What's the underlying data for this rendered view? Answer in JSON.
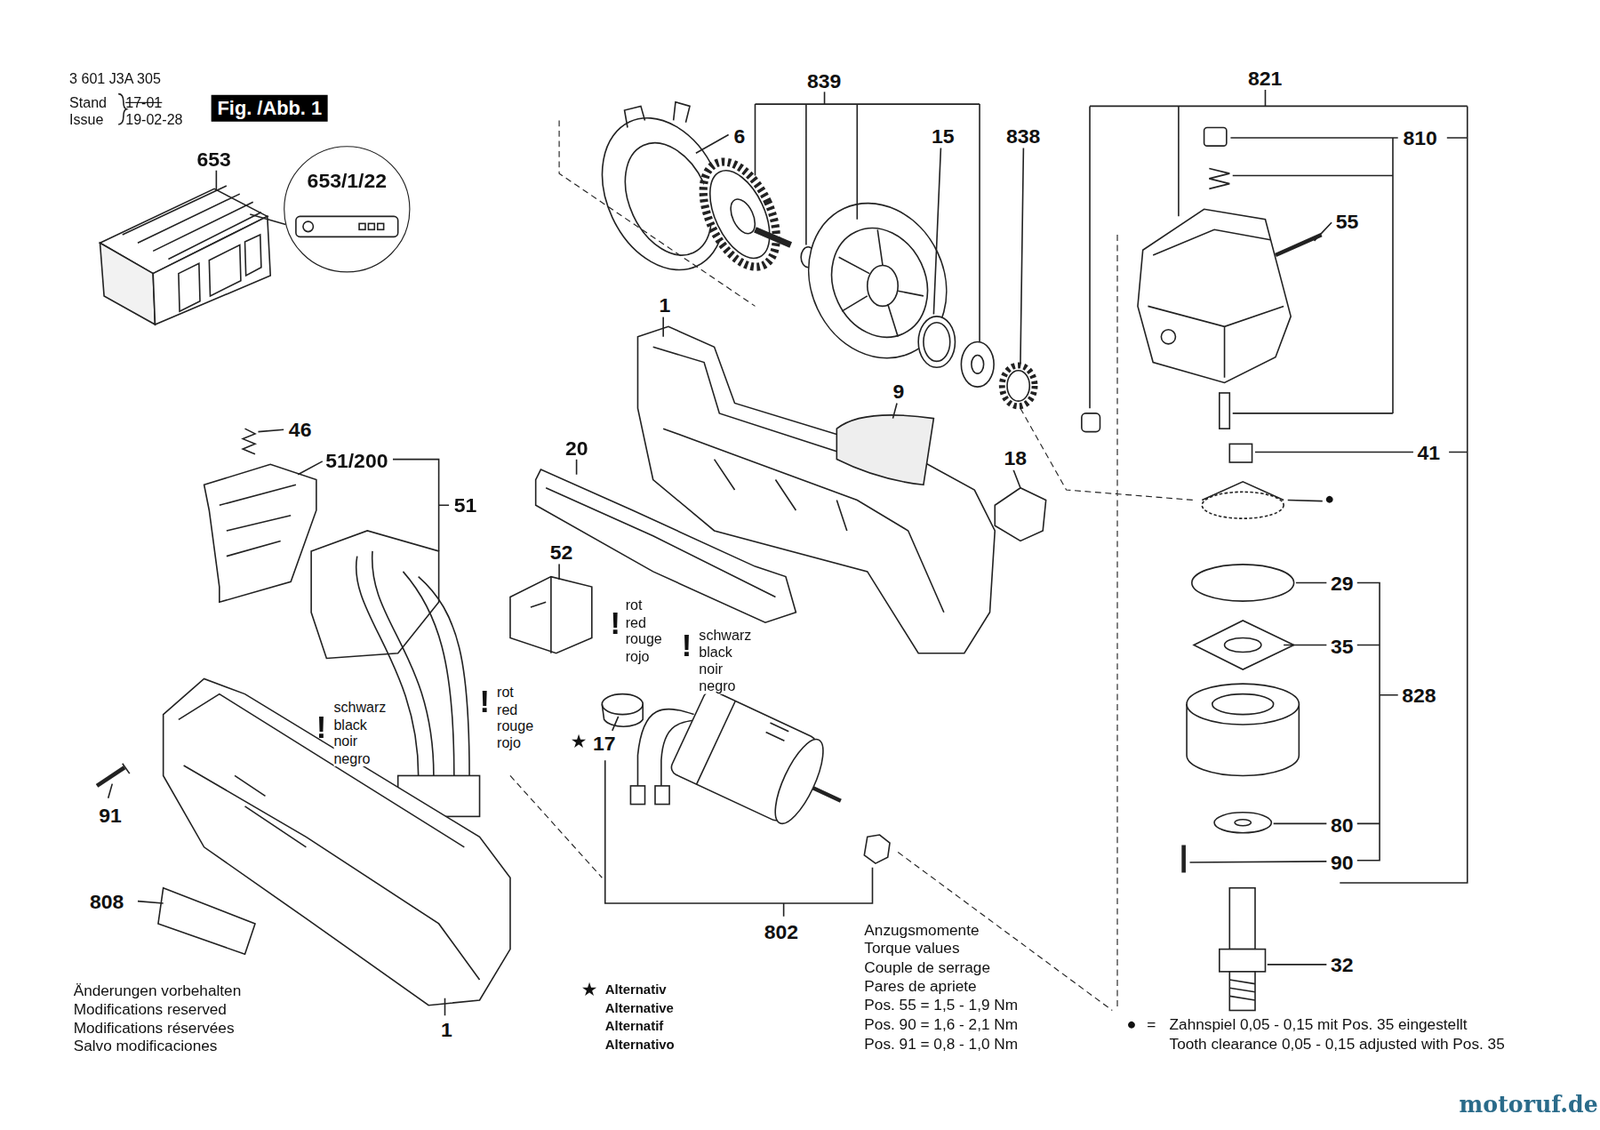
{
  "diagram": {
    "nodes": [
      {
        "text": [
          "Fig. /Abb. 1"
        ]
      },
      {
        "text": [
          "653/1/22"
        ]
      }
    ],
    "labels": [
      "3 601 J3A 305",
      "Stand",
      "Issue",
      "17-01",
      "19-02-28",
      "653",
      "839",
      "6",
      "15",
      "838",
      "821",
      "810",
      "55",
      "1",
      "9",
      "46",
      "51/200",
      "51",
      "20",
      "18",
      "41",
      "●",
      "52",
      "!",
      "rot red rouge rojo",
      "!",
      "schwarz black noir negro",
      "29",
      "35",
      "828",
      "!",
      "rot red rouge rojo",
      "!",
      "schwarz black noir negro",
      "★",
      "17",
      "91",
      "80",
      "90",
      "808",
      "802",
      "32",
      "1",
      "Änderungen vorbehalten",
      "Modifications reserved",
      "Modifications réservées",
      "Salvo modificaciones",
      "★",
      "Alternativ",
      "Alternative",
      "Alternatif",
      "Alternativo",
      "Anzugsmomente",
      "Torque values",
      "Couple de serrage",
      "Pares de apriete",
      "Pos.  55 = 1,5 - 1,9 Nm",
      "Pos.  90 = 1,6 - 2,1 Nm",
      "Pos.  91 = 0,8 - 1,0 Nm",
      "●",
      "=",
      "Zahnspiel 0,05 - 0,15 mit Pos. 35 eingestellt",
      "Tooth clearance 0,05 - 0,15 adjusted with Pos. 35",
      "motoruf.de"
    ]
  }
}
